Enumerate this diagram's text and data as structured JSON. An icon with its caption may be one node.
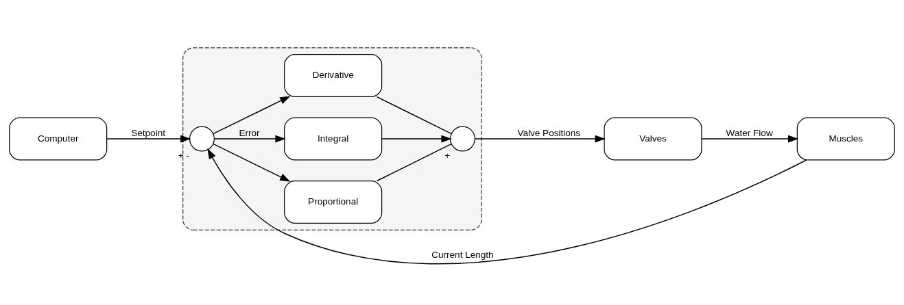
{
  "diagram": {
    "nodes": [
      {
        "text": [
          "Computer"
        ]
      },
      {
        "text": [],
        "shape": "box"
      },
      {
        "text": [],
        "shape": "circle",
        "in": 1,
        "beside": [
          "+",
          "-"
        ]
      },
      {
        "text": [
          "Proportional"
        ],
        "in": 1
      },
      {
        "text": [
          "Integral"
        ],
        "in": 1
      },
      {
        "text": [
          "Derivative"
        ],
        "in": 1
      },
      {
        "text": [],
        "shape": "circle",
        "in": 1,
        "beside": [
          "+"
        ]
      },
      {
        "text": [
          "Valves"
        ]
      },
      {
        "text": [
          "Muscles"
        ]
      }
    ],
    "edges": [
      {
        "from": 0,
        "to": 2,
        "arrow": "to",
        "label": "Setpoint"
      },
      {
        "from": 2,
        "to": 3,
        "arrow": "to"
      },
      {
        "from": 2,
        "to": 4,
        "arrow": "to",
        "label": "Error"
      },
      {
        "from": 2,
        "to": 5,
        "arrow": "to"
      },
      {
        "from": 3,
        "to": 6,
        "arrow": "none"
      },
      {
        "from": 4,
        "to": 6,
        "arrow": "to"
      },
      {
        "from": 5,
        "to": 6,
        "arrow": "none"
      },
      {
        "from": 6,
        "to": 7,
        "arrow": "to",
        "label": "Valve Positions"
      },
      {
        "from": 7,
        "to": 8,
        "arrow": "to",
        "label": "Water Flow"
      },
      {
        "from": 8,
        "to": 2,
        "arrow": "to",
        "label": "Current Length"
      }
    ]
  }
}
